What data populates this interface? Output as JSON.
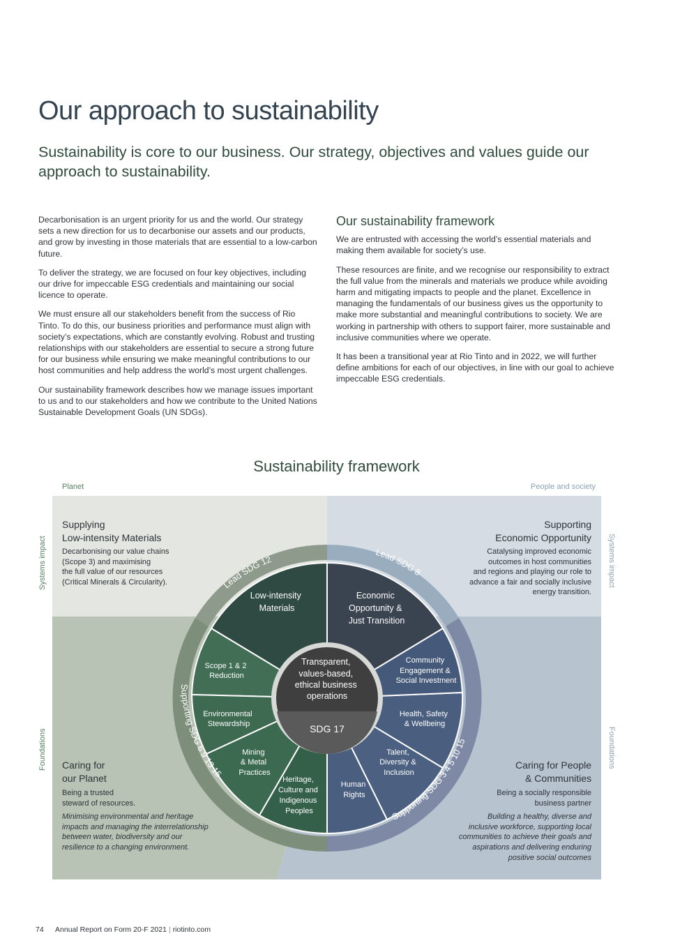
{
  "header": {
    "title": "Our approach to sustainability",
    "subtitle": "Sustainability is core to our business. Our strategy, objectives and values guide our approach to sustainability."
  },
  "left_column": {
    "paragraphs": [
      "Decarbonisation is an urgent priority for us and the world. Our strategy sets a new direction for us to decarbonise our assets and our products, and grow by investing in those materials that are essential to a low-carbon future.",
      "To deliver the strategy, we are focused on four key objectives, including our drive for impeccable ESG credentials and maintaining our social licence to operate.",
      "We must ensure all our stakeholders benefit from the success of Rio Tinto. To do this, our business priorities and performance must align with society’s expectations, which are constantly evolving. Robust and trusting relationships with our stakeholders are essential to secure a strong future for our business while ensuring we make meaningful contributions to our host communities and help address the world’s most urgent challenges.",
      "Our sustainability framework describes how we manage issues important to us and to our stakeholders and how we contribute to the United Nations Sustainable Development Goals (UN SDGs)."
    ]
  },
  "right_column": {
    "heading": "Our sustainability framework",
    "paragraphs": [
      "We are entrusted with accessing the world’s essential materials and making them available for society’s use.",
      "These resources are finite, and we recognise our responsibility to extract the full value from the minerals and materials we produce while avoiding harm and mitigating impacts to people and the planet. Excellence in managing the fundamentals of our business gives us the opportunity to make more substantial and meaningful contributions to society. We are working in partnership with others to support fairer, more sustainable and inclusive communities where we operate.",
      "It has been a transitional year at Rio Tinto and in 2022, we will further define ambitions for each of our objectives, in line with our goal to achieve impeccable ESG credentials."
    ]
  },
  "framework": {
    "title": "Sustainability framework",
    "planet_label": "Planet",
    "people_label": "People and society",
    "systems_impact_label": "Systems impact",
    "foundations_label": "Foundations",
    "quadrants": {
      "top_left": {
        "title_line1": "Supplying",
        "title_line2": "Low-intensity Materials",
        "desc": [
          "Decarbonising our value chains",
          "(Scope 3) and maximising",
          "the full value of our resources",
          "(Critical Minerals & Circularity)."
        ]
      },
      "top_right": {
        "title_line1": "Supporting",
        "title_line2": "Economic Opportunity",
        "desc": [
          "Catalysing improved economic",
          "outcomes in host communities",
          "and regions and playing our role to",
          "advance a fair and socially inclusive",
          "energy transition."
        ]
      },
      "bottom_left": {
        "title_line1": "Caring for",
        "title_line2": "our Planet",
        "desc": [
          "Being a trusted",
          "steward of resources."
        ],
        "italic": [
          "Minimising environmental and heritage",
          "impacts and managing the interrelationship",
          "between water, biodiversity and our",
          "resilience to a changing environment."
        ]
      },
      "bottom_right": {
        "title_line1": "Caring for People",
        "title_line2": "& Communities",
        "desc": [
          "Being a socially responsible",
          "business partner"
        ],
        "italic": [
          "Building a healthy, diverse and",
          "inclusive workforce, supporting local",
          "communities to achieve their goals and",
          "aspirations and delivering enduring",
          "positive social outcomes"
        ]
      }
    },
    "ring_labels": {
      "lead_sdg_12": "Lead SDG 12",
      "lead_sdg_8": "Lead SDG 8",
      "supporting_left": "Supporting SDG  6  9  13  15",
      "supporting_right": "Supporting SDG  3  4  5  10  15"
    },
    "segments": {
      "low_intensity": [
        "Low-intensity",
        "Materials"
      ],
      "economic": [
        "Economic",
        "Opportunity &",
        "Just Transition"
      ],
      "scope": [
        "Scope 1 & 2",
        "Reduction"
      ],
      "environmental": [
        "Environmental",
        "Stewardship"
      ],
      "mining": [
        "Mining",
        "& Metal",
        "Practices"
      ],
      "heritage": [
        "Heritage,",
        "Culture and",
        "Indigenous",
        "Peoples"
      ],
      "human_rights": [
        "Human",
        "Rights"
      ],
      "talent": [
        "Talent,",
        "Diversity &",
        "Inclusion"
      ],
      "health": [
        "Health, Safety",
        "& Wellbeing"
      ],
      "community": [
        "Community",
        "Engagement &",
        "Social Investment"
      ]
    },
    "center": {
      "text": [
        "Transparent,",
        "values-based,",
        "ethical business",
        "operations"
      ],
      "sdg": "SDG 17"
    },
    "colors": {
      "bg_top_left": "#e4e6e2",
      "bg_top_right": "#d5dce3",
      "bg_bottom_left": "#b9c3b5",
      "bg_bottom_right": "#b7c3cf",
      "ring_dark_green": "#2f4a42",
      "ring_dark_slate": "#3a4350",
      "green_segment": "#3f6b52",
      "blue_segment": "#4a5e7f"
    }
  },
  "footer": {
    "page_number": "74",
    "report": "Annual Report on Form 20-F 2021",
    "site": "riotinto.com"
  }
}
